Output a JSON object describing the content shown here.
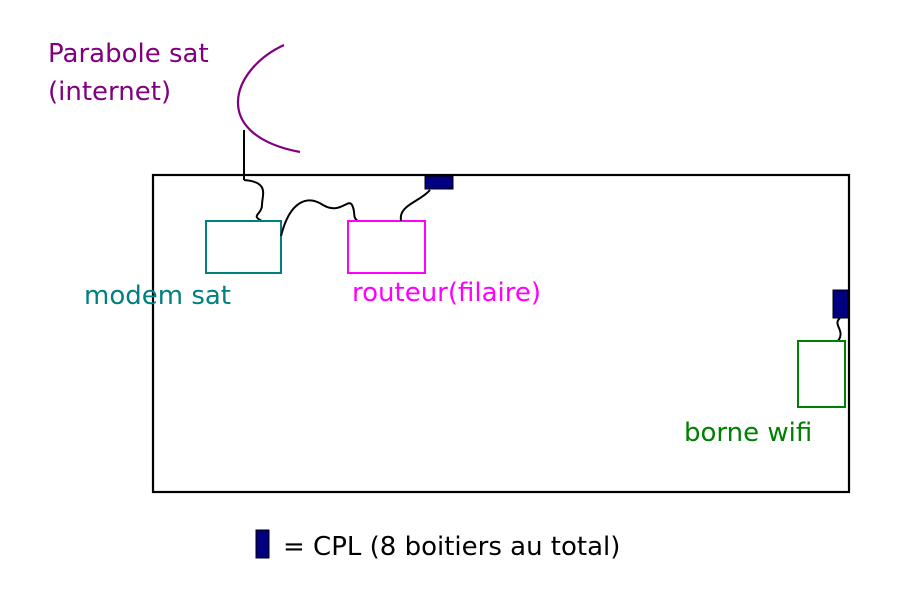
{
  "dish": {
    "line1": "Parabole sat",
    "line2": "(internet)",
    "color": "#800080"
  },
  "modem": {
    "label": "modem sat",
    "color": "#008080"
  },
  "router": {
    "label": "routeur(filaire)",
    "color": "#ff00ff"
  },
  "wifi": {
    "label": "borne wifi",
    "color": "#008000"
  },
  "cpl": {
    "color": "#000080"
  },
  "legend": {
    "text": "= CPL (8 boitiers au total)"
  }
}
